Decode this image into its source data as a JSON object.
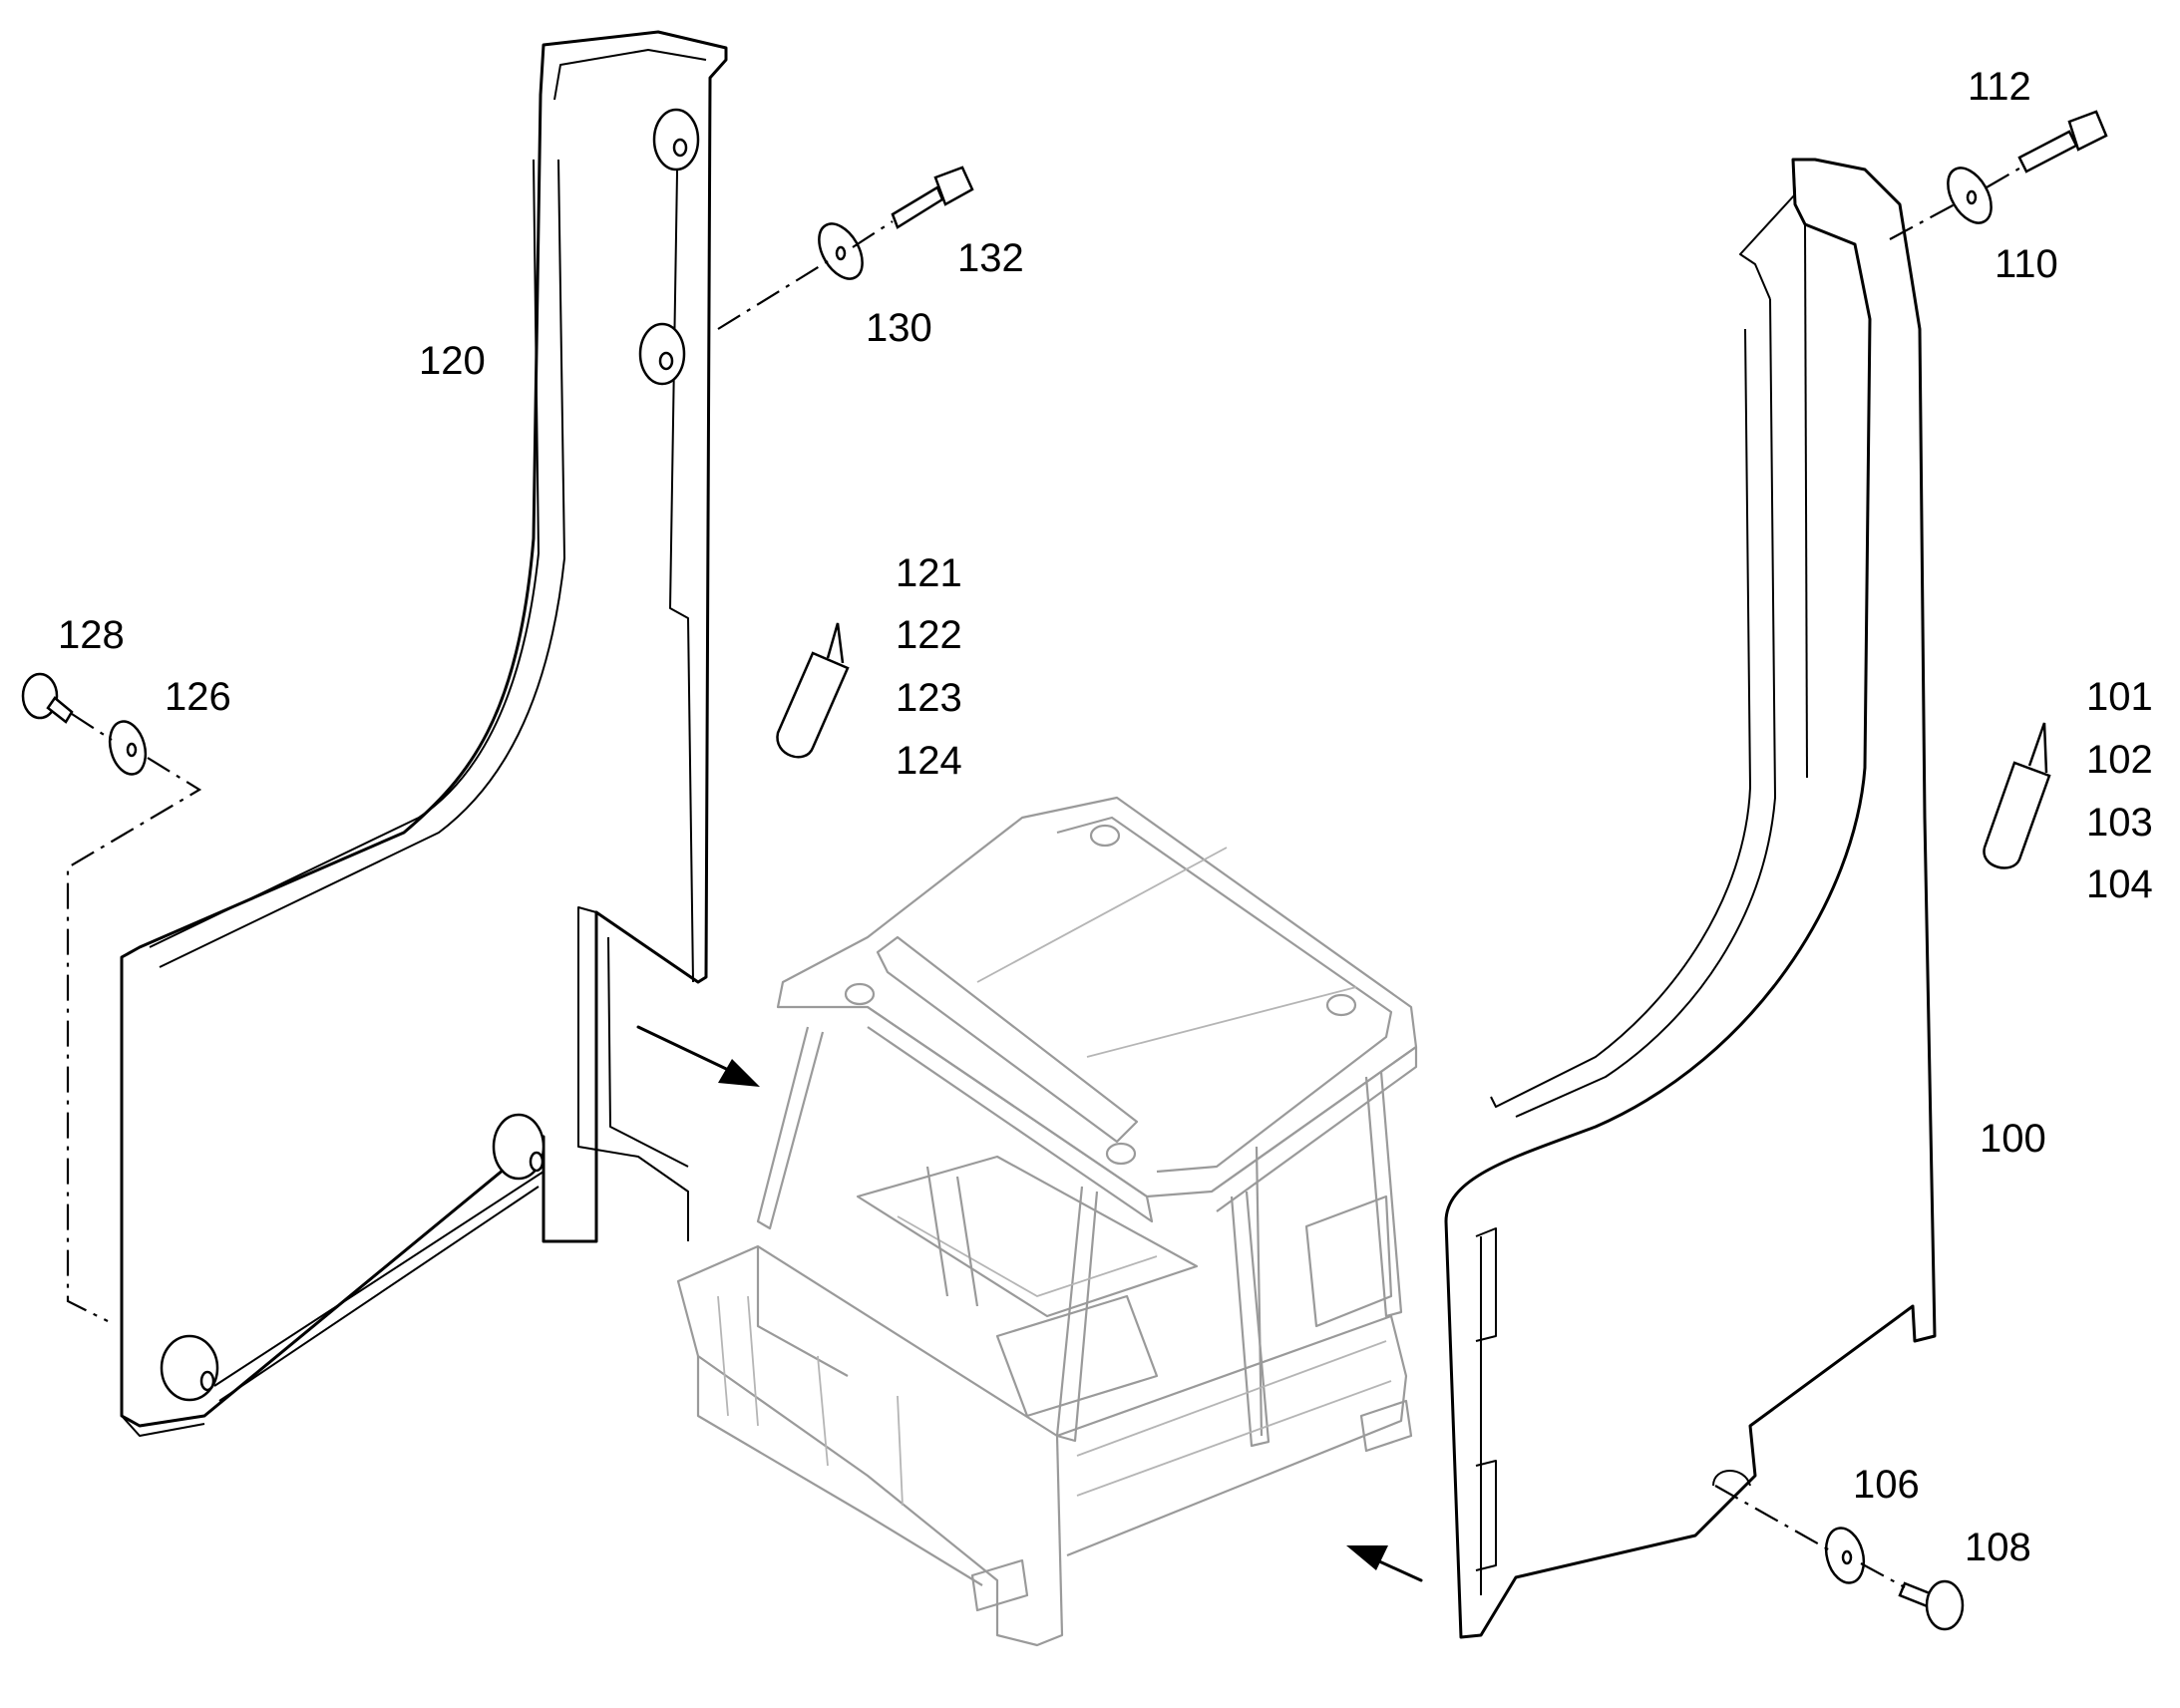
{
  "labels": {
    "p100": "100",
    "p101": "101",
    "p102": "102",
    "p103": "103",
    "p104": "104",
    "p106": "106",
    "p108": "108",
    "p110": "110",
    "p112": "112",
    "p120": "120",
    "p121": "121",
    "p122": "122",
    "p123": "123",
    "p124": "124",
    "p126": "126",
    "p128": "128",
    "p130": "130",
    "p132": "132"
  },
  "colors": {
    "line": "#000000",
    "cab_frame": "#9a9a9a",
    "background": "#ffffff"
  }
}
